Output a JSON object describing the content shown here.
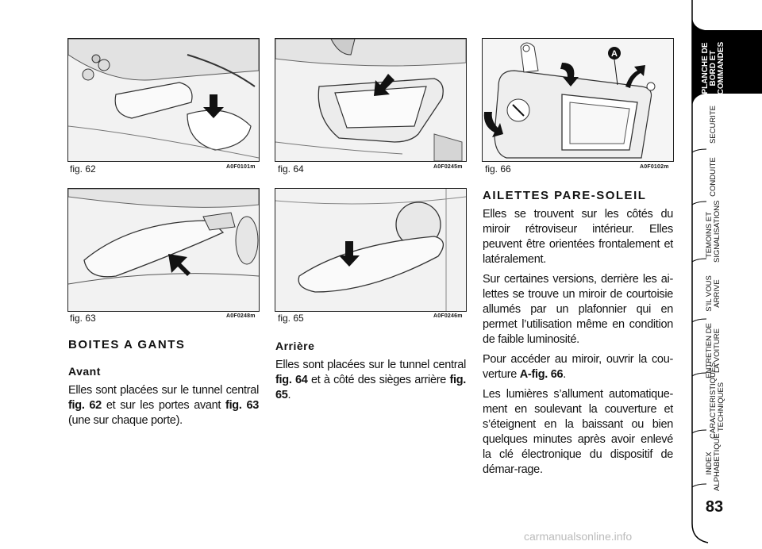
{
  "figures": [
    {
      "caption": "fig. 62",
      "code": "A0F0101m"
    },
    {
      "caption": "fig. 64",
      "code": "A0F0245m"
    },
    {
      "caption": "fig. 66",
      "code": "A0F0102m"
    },
    {
      "caption": "fig. 63",
      "code": "A0F0248m"
    },
    {
      "caption": "fig. 65",
      "code": "A0F0246m"
    }
  ],
  "fig66_marker": "A",
  "left_col": {
    "heading": "BOITES A GANTS",
    "subheading": "Avant",
    "p1_a": "Elles sont placées sur le tunnel central ",
    "p1_ref1": "fig. 62",
    "p1_b": " et sur les portes avant ",
    "p1_ref2": "fig. 63",
    "p1_c": " (une sur chaque porte)."
  },
  "mid_col": {
    "subheading": "Arrière",
    "p1_a": "Elles sont placées sur le tunnel central ",
    "p1_ref1": "fig. 64",
    "p1_b": " et à côté des sièges arrière ",
    "p1_ref2": "fig. 65",
    "p1_c": "."
  },
  "right_col": {
    "heading": "AILETTES PARE-SOLEIL",
    "p1": "Elles se trouvent sur les côtés du miroir rétroviseur intérieur. Elles peuvent être orientées frontalement et latéralement.",
    "p2": "Sur certaines versions, derrière les ai-lettes se trouve un miroir de courtoisie allumés par un plafonnier qui en permet l’utilisation même en condition de faible luminosité.",
    "p3_a": "Pour accéder au miroir, ouvrir la cou-verture ",
    "p3_ref": "A-fig. 66",
    "p3_b": ".",
    "p4": "Les lumières s’allument automatique-ment en soulevant la couverture et s’éteignent en la baissant ou bien quelques minutes après avoir enlevé la clé électronique du dispositif de démar-rage."
  },
  "sidebar": {
    "tabs": [
      {
        "label": "PLANCHE DE BORD ET COMMANDES",
        "active": true
      },
      {
        "label": "SECURITE",
        "active": false
      },
      {
        "label": "CONDUITE",
        "active": false
      },
      {
        "label": "TEMOINS ET SIGNALISATIONS",
        "active": false
      },
      {
        "label": "S’IL VOUS ARRIVE",
        "active": false
      },
      {
        "label": "ENTRETIEN DE LA VOITURE",
        "active": false
      },
      {
        "label": "CARACTERISTIQUES TECHNIQUES",
        "active": false
      },
      {
        "label": "INDEX ALPHABETIQUE",
        "active": false
      }
    ],
    "page_number": "83"
  },
  "watermark": "carmanualsonline.info"
}
